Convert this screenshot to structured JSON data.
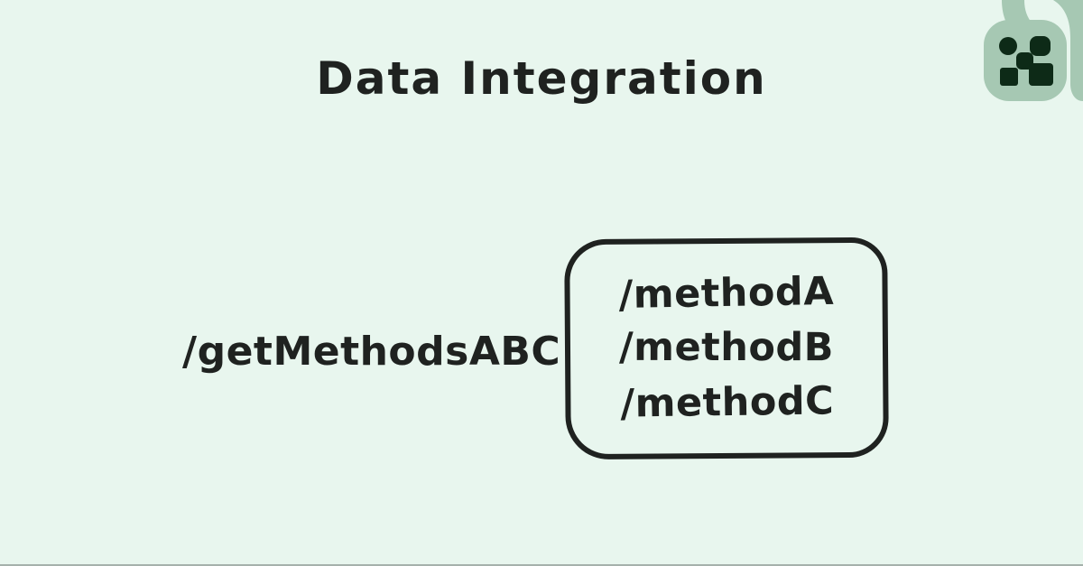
{
  "meta": {
    "bg": "#e8f6ee",
    "ink": "#1f2220",
    "badge_bg": "#a6c8b3",
    "badge_glyph": "#0d2a17"
  },
  "title": "Data Integration",
  "diagram": {
    "source_endpoint": "/getMethodsABC",
    "box_methods": [
      "/methodA",
      "/methodB",
      "/methodC"
    ]
  },
  "logo": {
    "icon": "brand-logo-icon",
    "description": "circle-and-squares-glyph"
  }
}
